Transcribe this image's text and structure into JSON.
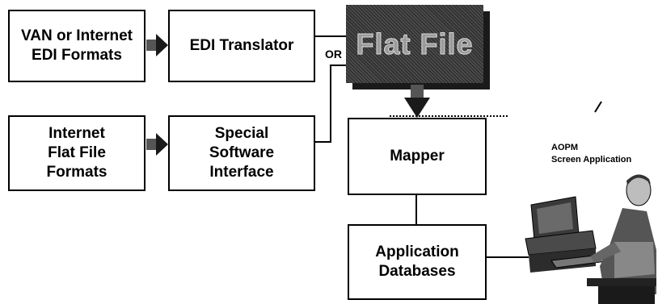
{
  "boxes": {
    "van": "VAN or Internet\nEDI Formats",
    "edi": "EDI Translator",
    "internet": "Internet\nFlat File\nFormats",
    "special": "Special\nSoftware\nInterface",
    "mapper": "Mapper",
    "appdb": "Application\nDatabases"
  },
  "flat_file": "Flat File",
  "or_label": "OR",
  "screen_app": "AOPM\nScreen Application"
}
